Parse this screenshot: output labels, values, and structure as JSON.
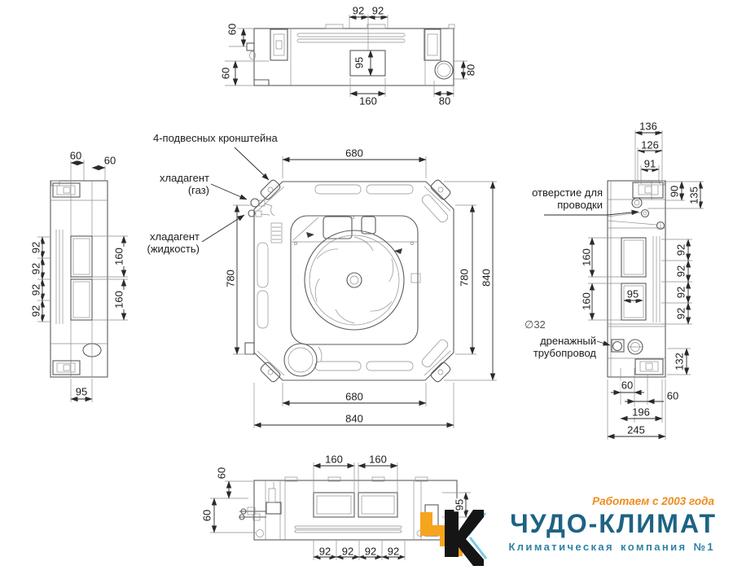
{
  "views": {
    "top": {
      "d92a": "92",
      "d92b": "92",
      "d60a": "60",
      "d60b": "60",
      "d95": "95",
      "d160": "160",
      "d80a": "80",
      "d80b": "80"
    },
    "left": {
      "d60a": "60",
      "d60b": "60",
      "d92a": "92",
      "d92b": "92",
      "d92c": "92",
      "d92d": "92",
      "d160a": "160",
      "d160b": "160",
      "d95": "95"
    },
    "main": {
      "d680t": "680",
      "d780l": "780",
      "d780r": "780",
      "d840r": "840",
      "d680b": "680",
      "d840b": "840",
      "label_brackets": "4-подвесных кронштейна",
      "label_gas1": "хладагент",
      "label_gas2": "(газ)",
      "label_liq1": "хладагент",
      "label_liq2": "(жидкость)"
    },
    "right": {
      "d136": "136",
      "d126": "126",
      "d91": "91",
      "d90": "90",
      "d135": "135",
      "d160a": "160",
      "d160b": "160",
      "d95": "95",
      "d92a": "92",
      "d92b": "92",
      "d92c": "92",
      "d92d": "92",
      "d132": "132",
      "d60a": "60",
      "d60b": "60",
      "d196": "196",
      "d245": "245",
      "label_wiring1": "отверстие для",
      "label_wiring2": "проводки",
      "label_drain_dia": "∅32",
      "label_drain1": "дренажный",
      "label_drain2": "трубопровод"
    },
    "bottom": {
      "d160a": "160",
      "d160b": "160",
      "d60a": "60",
      "d60b": "60",
      "d95": "95",
      "d92a": "92",
      "d92b": "92",
      "d92c": "92",
      "d92d": "92"
    }
  },
  "logo": {
    "tagline": "Работаем с 2003 года",
    "title": "ЧУДО-КЛИМАТ",
    "subtitle": "Климатическая компания №1",
    "colors": {
      "orange": "#F7A41D",
      "tagline_orange": "#EF8B1D",
      "title_blue": "#1D6384",
      "subtitle_teal": "#2E82A6",
      "icon_black": "#151515",
      "icon_cyan": "#79CBE2"
    }
  }
}
